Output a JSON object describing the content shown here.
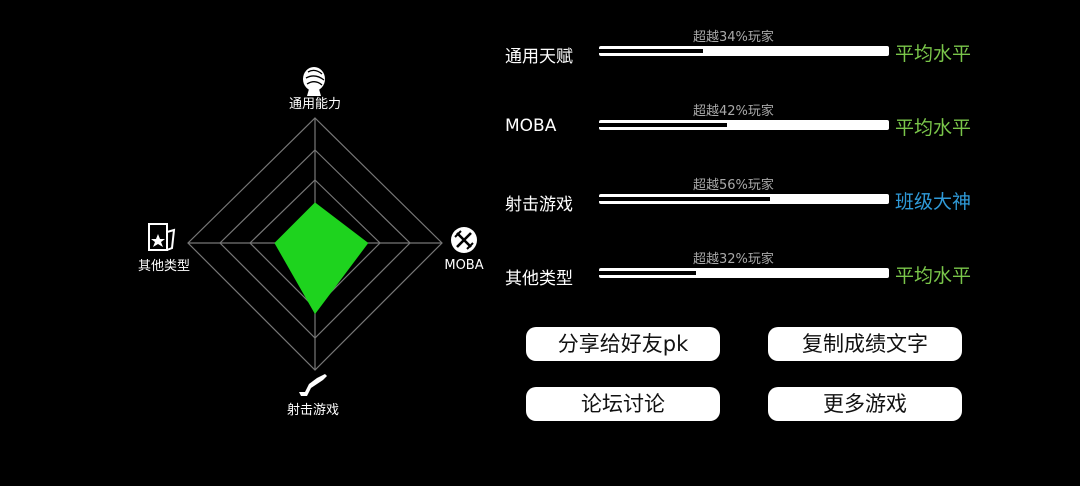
{
  "radar": {
    "axes": [
      {
        "label": "通用能力",
        "icon": "head-icon",
        "value": 0.32
      },
      {
        "label": "MOBA",
        "icon": "sword-icon",
        "value": 0.42
      },
      {
        "label": "射击游戏",
        "icon": "gun-icon",
        "value": 0.56
      },
      {
        "label": "其他类型",
        "icon": "card-icon",
        "value": 0.32
      }
    ],
    "fill_color": "#1ed31e"
  },
  "stats": [
    {
      "name": "通用天赋",
      "beat": "超越34%玩家",
      "percent": 34,
      "level": "平均水平",
      "level_color": "#7ac64a"
    },
    {
      "name": "MOBA",
      "beat": "超越42%玩家",
      "percent": 42,
      "level": "平均水平",
      "level_color": "#7ac64a"
    },
    {
      "name": "射击游戏",
      "beat": "超越56%玩家",
      "percent": 56,
      "level": "班级大神",
      "level_color": "#2f9ad8"
    },
    {
      "name": "其他类型",
      "beat": "超越32%玩家",
      "percent": 32,
      "level": "平均水平",
      "level_color": "#7ac64a"
    }
  ],
  "buttons": {
    "share": "分享给好友pk",
    "copy": "复制成绩文字",
    "forum": "论坛讨论",
    "more": "更多游戏"
  }
}
